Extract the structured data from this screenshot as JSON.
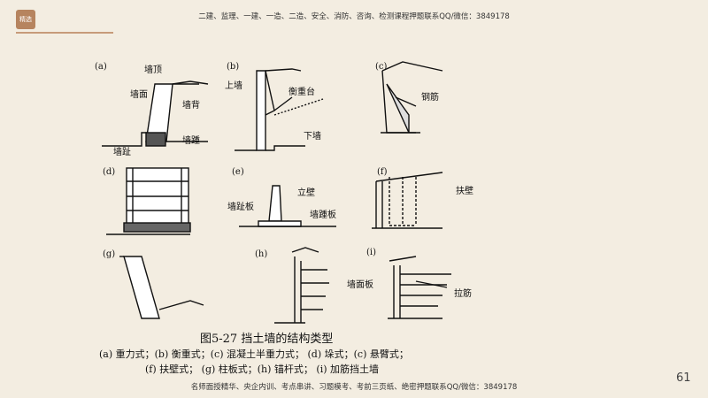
{
  "header": {
    "badge": "精选",
    "text": "二建、监理、一建、一造、二造、安全、消防、咨询、检测课程押题联系QQ/微信：3849178"
  },
  "figure": {
    "caption": "图5-27   挡土墙的结构类型",
    "legend_line1": "(a) 重力式；(b) 衡重式；(c) 混凝土半重力式；  (d)  垛式；(c) 悬臂式；",
    "legend_line2": "(f) 扶壁式；  (g) 柱板式；(h) 锚杆式；  (i) 加筋挡土墙",
    "labels": {
      "a": "(a)",
      "b": "(b)",
      "c": "(c)",
      "d": "(d)",
      "e": "(e)",
      "f": "(f)",
      "g": "(g)",
      "h": "(h)",
      "i": "(i)",
      "qiangding": "墙顶",
      "qiangmian": "墙面",
      "qiangbei": "墙背",
      "qiangzhong": "墙踵",
      "qiangzhi": "墙趾",
      "shangqiang": "上墙",
      "hengzhongtai": "衡重台",
      "xiaqiang": "下墙",
      "gangjin": "钢筋",
      "libi": "立壁",
      "qiangzhiban": "墙趾板",
      "qiangzhongban": "墙踵板",
      "fubi": "扶壁",
      "qiangmianban": "墙面板",
      "lajin": "拉筋"
    }
  },
  "footer": {
    "text": "名师面授精华、央企内训、考点串讲、习题模考、考前三页纸、绝密押题联系QQ/微信：3849178"
  },
  "page_number": "61"
}
